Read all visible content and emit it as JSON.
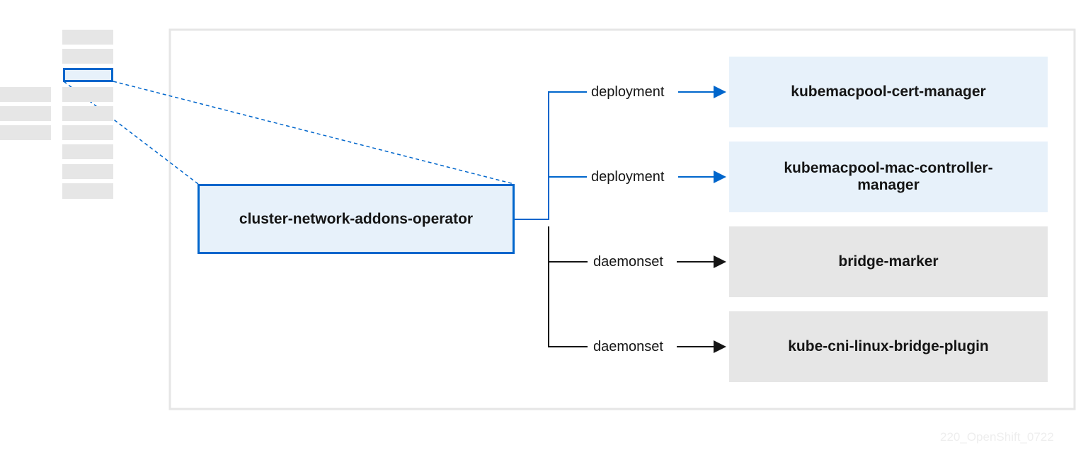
{
  "operator": {
    "label": "cluster-network-addons-operator"
  },
  "components": [
    {
      "name": "kubemacpool-cert-manager",
      "kind": "deployment",
      "color": "#e7f1fa"
    },
    {
      "name": "kubemacpool-mac-controller-manager",
      "kind": "deployment",
      "color": "#e7f1fa"
    },
    {
      "name": "bridge-marker",
      "kind": "daemonset",
      "color": "#e6e6e6"
    },
    {
      "name": "kube-cni-linux-bridge-plugin",
      "kind": "daemonset",
      "color": "#e6e6e6"
    }
  ],
  "colors": {
    "accent": "#0066cc",
    "accent_fill": "#e7f1fa",
    "neutral_fill": "#e6e6e6",
    "black": "#151515"
  },
  "figure_id": "220_OpenShift_0722"
}
